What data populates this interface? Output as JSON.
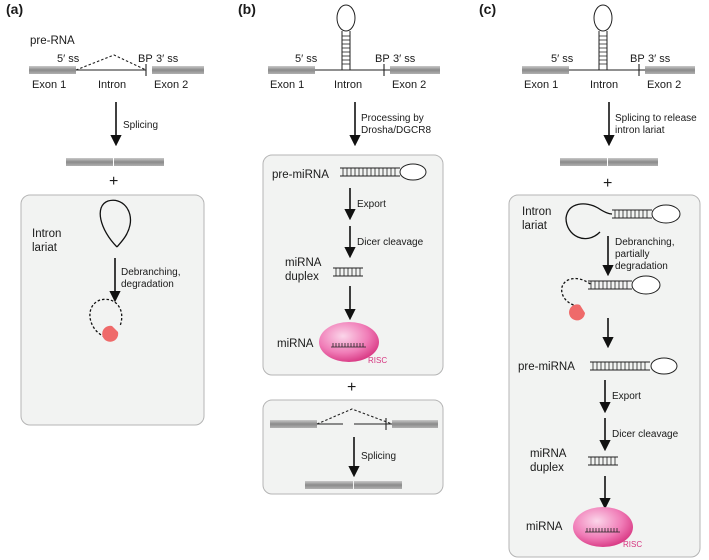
{
  "panels": {
    "a": {
      "panel_label": "(a)",
      "pre_rna": "pre-RNA",
      "ss5": "5′ ss",
      "bp": "BP",
      "ss3": "3′ ss",
      "exon1": "Exon 1",
      "intron": "Intron",
      "exon2": "Exon 2",
      "step_splicing": "Splicing",
      "plus": "+",
      "lariat_line1": "Intron",
      "lariat_line2": "lariat",
      "debranch_line1": "Debranching,",
      "debranch_line2": "degradation"
    },
    "b": {
      "panel_label": "(b)",
      "ss5": "5′ ss",
      "bp": "BP",
      "ss3": "3′ ss",
      "exon1": "Exon 1",
      "intron": "Intron",
      "exon2": "Exon 2",
      "step_processing_line1": "Processing by",
      "step_processing_line2": "Drosha/DGCR8",
      "pre_mirna": "pre-miRNA",
      "step_export": "Export",
      "step_dicer": "Dicer cleavage",
      "duplex_line1": "miRNA",
      "duplex_line2": "duplex",
      "mirna": "miRNA",
      "risc": "RISC",
      "plus": "+",
      "step_splicing": "Splicing"
    },
    "c": {
      "panel_label": "(c)",
      "ss5": "5′ ss",
      "bp": "BP",
      "ss3": "3′ ss",
      "exon1": "Exon 1",
      "intron": "Intron",
      "exon2": "Exon 2",
      "step_release_line1": "Splicing to release",
      "step_release_line2": "intron lariat",
      "plus": "+",
      "lariat_line1": "Intron",
      "lariat_line2": "lariat",
      "debranch_line1": "Debranching,",
      "debranch_line2": "partially",
      "debranch_line3": "degradation",
      "pre_mirna": "pre-miRNA",
      "step_export": "Export",
      "step_dicer": "Dicer cleavage",
      "duplex_line1": "miRNA",
      "duplex_line2": "duplex",
      "mirna": "miRNA",
      "risc": "RISC"
    }
  },
  "colors": {
    "exon_fill": "#8c8c8c",
    "box_fill": "#f2f3f2",
    "box_stroke": "#b5b5b5",
    "risc_pink": "#e23d92",
    "degrade_red": "#ef6a6a"
  }
}
